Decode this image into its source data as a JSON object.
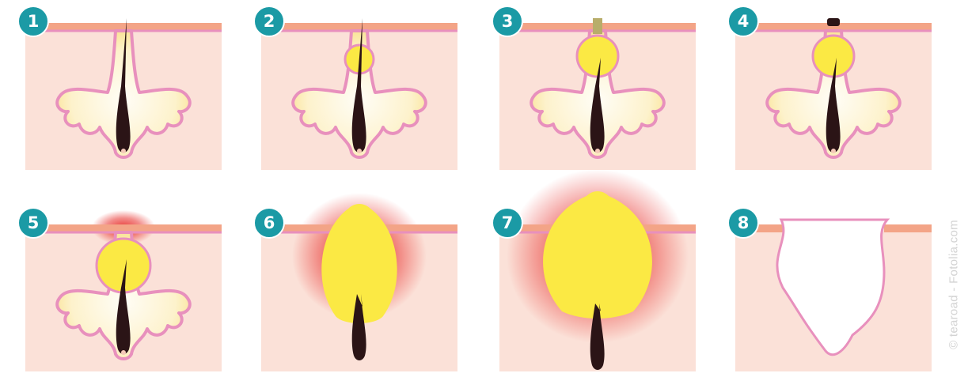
{
  "stages": [
    {
      "number": "1",
      "state": "normal-follicle"
    },
    {
      "number": "2",
      "state": "sebum-buildup"
    },
    {
      "number": "3",
      "state": "whitehead"
    },
    {
      "number": "4",
      "state": "blackhead"
    },
    {
      "number": "5",
      "state": "papule"
    },
    {
      "number": "6",
      "state": "pustule"
    },
    {
      "number": "7",
      "state": "nodule"
    },
    {
      "number": "8",
      "state": "scar"
    }
  ],
  "credit": "© tearoad - Fotolia.com",
  "colors": {
    "dermis": "#fbe1d8",
    "epidermis": "#f3a487",
    "border": "#e890bd",
    "sebum": "#fbe944",
    "gland": "#fdf2cc",
    "hair": "#2b1416",
    "inflammation": "#e8302c",
    "badge": "#1b9aa5"
  }
}
